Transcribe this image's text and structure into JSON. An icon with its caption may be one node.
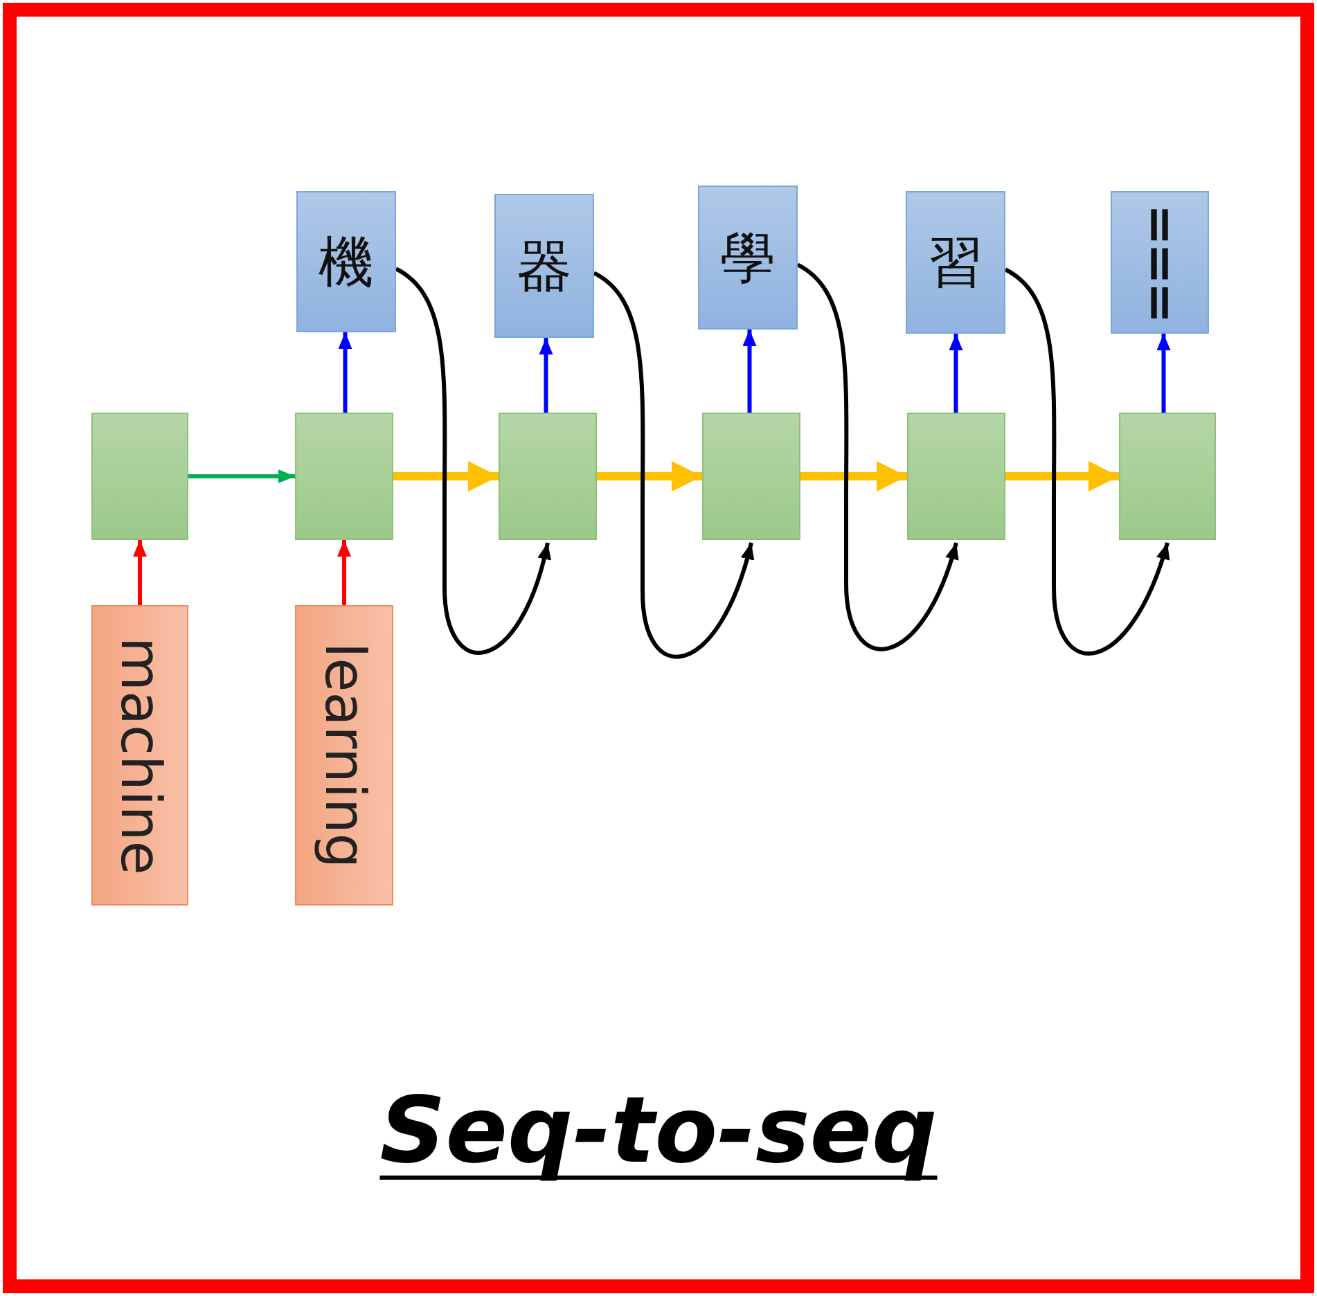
{
  "diagram": {
    "title": "Seq-to-seq",
    "nodes": [
      {
        "text": [],
        "shape": "box"
      },
      {
        "text": [],
        "shape": "box"
      },
      {
        "text": [],
        "shape": "box"
      },
      {
        "text": [],
        "shape": "box"
      },
      {
        "text": [],
        "shape": "box"
      },
      {
        "text": [],
        "shape": "box"
      },
      {
        "text": [
          "machine"
        ]
      },
      {
        "text": [
          "learning"
        ]
      },
      {
        "text": [
          "機"
        ]
      },
      {
        "text": [
          "器"
        ]
      },
      {
        "text": [
          "學"
        ]
      },
      {
        "text": [
          "習"
        ]
      },
      {
        "text": [
          "==="
        ]
      }
    ],
    "edges": [
      {
        "from": 6,
        "to": 0,
        "arrow": "to",
        "color": "#ff0000"
      },
      {
        "from": 7,
        "to": 1,
        "arrow": "to",
        "color": "#ff0000"
      },
      {
        "from": 0,
        "to": 1,
        "arrow": "to",
        "color": "#00b050"
      },
      {
        "from": 1,
        "to": 2,
        "arrow": "to",
        "style": "thick",
        "color": "#ffc000"
      },
      {
        "from": 2,
        "to": 3,
        "arrow": "to",
        "style": "thick",
        "color": "#ffc000"
      },
      {
        "from": 3,
        "to": 4,
        "arrow": "to",
        "style": "thick",
        "color": "#ffc000"
      },
      {
        "from": 4,
        "to": 5,
        "arrow": "to",
        "style": "thick",
        "color": "#ffc000"
      },
      {
        "from": 1,
        "to": 8,
        "arrow": "to"
      },
      {
        "from": 2,
        "to": 9,
        "arrow": "to"
      },
      {
        "from": 3,
        "to": 10,
        "arrow": "to"
      },
      {
        "from": 4,
        "to": 11,
        "arrow": "to"
      },
      {
        "from": 5,
        "to": 12,
        "arrow": "to"
      },
      {
        "from": 8,
        "to": 2,
        "arrow": "to",
        "color": "#000000"
      },
      {
        "from": 9,
        "to": 3,
        "arrow": "to",
        "color": "#000000"
      },
      {
        "from": 10,
        "to": 4,
        "arrow": "to",
        "color": "#000000"
      },
      {
        "from": 11,
        "to": 5,
        "arrow": "to",
        "color": "#000000"
      }
    ]
  }
}
